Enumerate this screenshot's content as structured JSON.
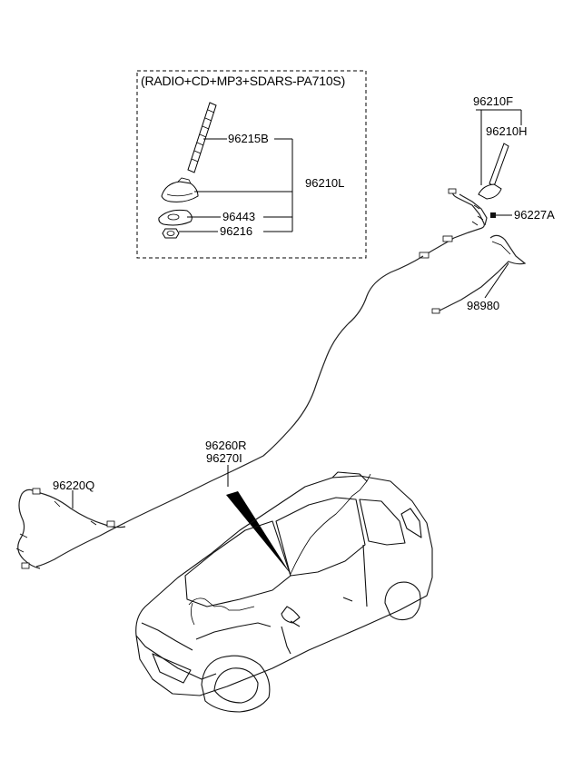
{
  "option_box_title": "(RADIO+CD+MP3+SDARS-PA710S)",
  "parts": {
    "p96215B": "96215B",
    "p96210L": "96210L",
    "p96443": "96443",
    "p96216": "96216",
    "p96210F": "96210F",
    "p96210H": "96210H",
    "p96227A": "96227A",
    "p98980": "98980",
    "p96260R": "96260R",
    "p96270I": "96270I",
    "p96220Q": "96220Q"
  }
}
